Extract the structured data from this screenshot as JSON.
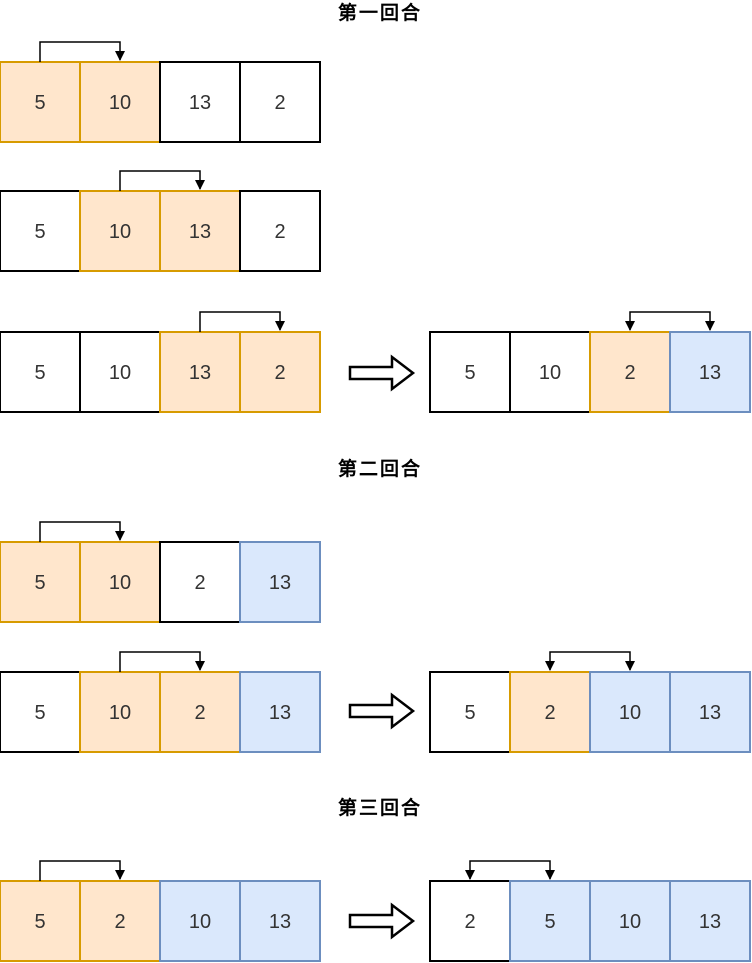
{
  "rounds": [
    {
      "title": "第一回合"
    },
    {
      "title": "第二回合"
    },
    {
      "title": "第三回合"
    }
  ],
  "colors": {
    "orange_fill": "#FFE6CC",
    "orange_stroke": "#D79B00",
    "blue_fill": "#DAE8FC",
    "blue_stroke": "#6C8EBF",
    "white_fill": "#FFFFFF",
    "white_stroke": "#000000",
    "arrow": "#000000",
    "text": "#333333"
  },
  "rows": [
    {
      "name": "round1-step1",
      "cells": [
        {
          "v": "5",
          "style": "orange"
        },
        {
          "v": "10",
          "style": "orange"
        },
        {
          "v": "13",
          "style": "white"
        },
        {
          "v": "2",
          "style": "white"
        }
      ]
    },
    {
      "name": "round1-step2",
      "cells": [
        {
          "v": "5",
          "style": "white"
        },
        {
          "v": "10",
          "style": "orange"
        },
        {
          "v": "13",
          "style": "orange"
        },
        {
          "v": "2",
          "style": "white"
        }
      ]
    },
    {
      "name": "round1-step3",
      "cells": [
        {
          "v": "5",
          "style": "white"
        },
        {
          "v": "10",
          "style": "white"
        },
        {
          "v": "13",
          "style": "orange"
        },
        {
          "v": "2",
          "style": "orange"
        }
      ]
    },
    {
      "name": "round1-result",
      "cells": [
        {
          "v": "5",
          "style": "white"
        },
        {
          "v": "10",
          "style": "white"
        },
        {
          "v": "2",
          "style": "orange"
        },
        {
          "v": "13",
          "style": "blue"
        }
      ]
    },
    {
      "name": "round2-step1",
      "cells": [
        {
          "v": "5",
          "style": "orange"
        },
        {
          "v": "10",
          "style": "orange"
        },
        {
          "v": "2",
          "style": "white"
        },
        {
          "v": "13",
          "style": "blue"
        }
      ]
    },
    {
      "name": "round2-step2",
      "cells": [
        {
          "v": "5",
          "style": "white"
        },
        {
          "v": "10",
          "style": "orange"
        },
        {
          "v": "2",
          "style": "orange"
        },
        {
          "v": "13",
          "style": "blue"
        }
      ]
    },
    {
      "name": "round2-result",
      "cells": [
        {
          "v": "5",
          "style": "white"
        },
        {
          "v": "2",
          "style": "orange"
        },
        {
          "v": "10",
          "style": "blue"
        },
        {
          "v": "13",
          "style": "blue"
        }
      ]
    },
    {
      "name": "round3-step1",
      "cells": [
        {
          "v": "5",
          "style": "orange"
        },
        {
          "v": "2",
          "style": "orange"
        },
        {
          "v": "10",
          "style": "blue"
        },
        {
          "v": "13",
          "style": "blue"
        }
      ]
    },
    {
      "name": "round3-result",
      "cells": [
        {
          "v": "2",
          "style": "white"
        },
        {
          "v": "5",
          "style": "blue"
        },
        {
          "v": "10",
          "style": "blue"
        },
        {
          "v": "13",
          "style": "blue"
        }
      ]
    }
  ]
}
